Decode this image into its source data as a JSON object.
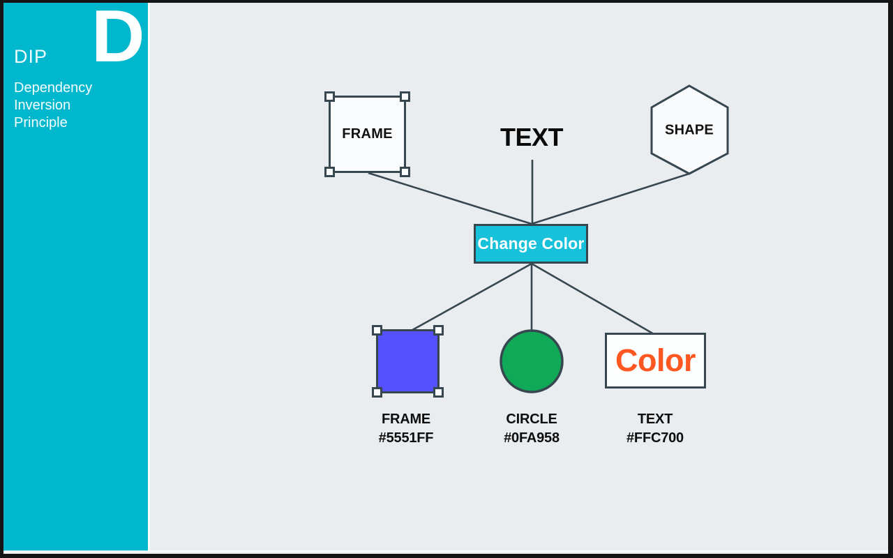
{
  "page": {
    "background": "#E9EDF0",
    "frame_color": "#141414"
  },
  "sidebar": {
    "bg": "#00B7CD",
    "letter": "D",
    "acronym": "DIP",
    "title": "Dependency Inversion Principle",
    "text_color": "#F4FDFE"
  },
  "diagram": {
    "line_color": "#37474F",
    "sources": {
      "frame_label": "FRAME",
      "text_label": "TEXT",
      "shape_label": "SHAPE"
    },
    "button": {
      "label": "Change Color",
      "bg": "#17C1DA"
    },
    "results": {
      "frame": {
        "fill": "#5551FF",
        "caption_name": "FRAME",
        "caption_hex": "#5551FF"
      },
      "circle": {
        "fill": "#0FA958",
        "caption_name": "CIRCLE",
        "caption_hex": "#0FA958"
      },
      "text": {
        "label": "Color",
        "label_color": "#FF5722",
        "caption_name": "TEXT",
        "caption_hex": "#FFC700"
      }
    }
  }
}
